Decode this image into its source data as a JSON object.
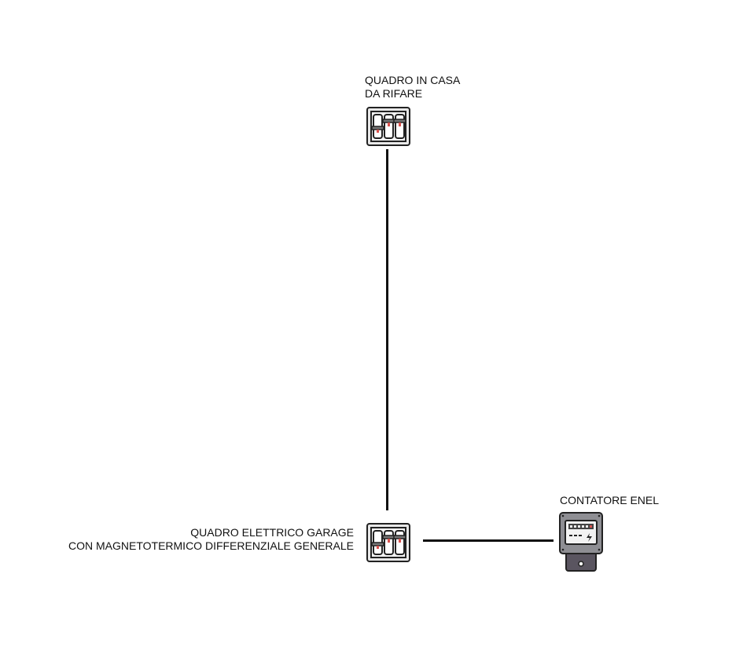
{
  "nodes": {
    "casa": {
      "line1": "QUADRO IN CASA",
      "line2": "DA RIFARE",
      "icon": "breaker-panel-icon"
    },
    "garage": {
      "line1": "QUADRO ELETTRICO GARAGE",
      "line2": "CON MAGNETOTERMICO DIFFERENZIALE GENERALE",
      "icon": "breaker-panel-icon"
    },
    "contatore": {
      "label": "CONTATORE ENEL",
      "icon": "electric-meter-icon"
    }
  },
  "colors": {
    "line": "#111111",
    "accent": "#d9534f"
  }
}
